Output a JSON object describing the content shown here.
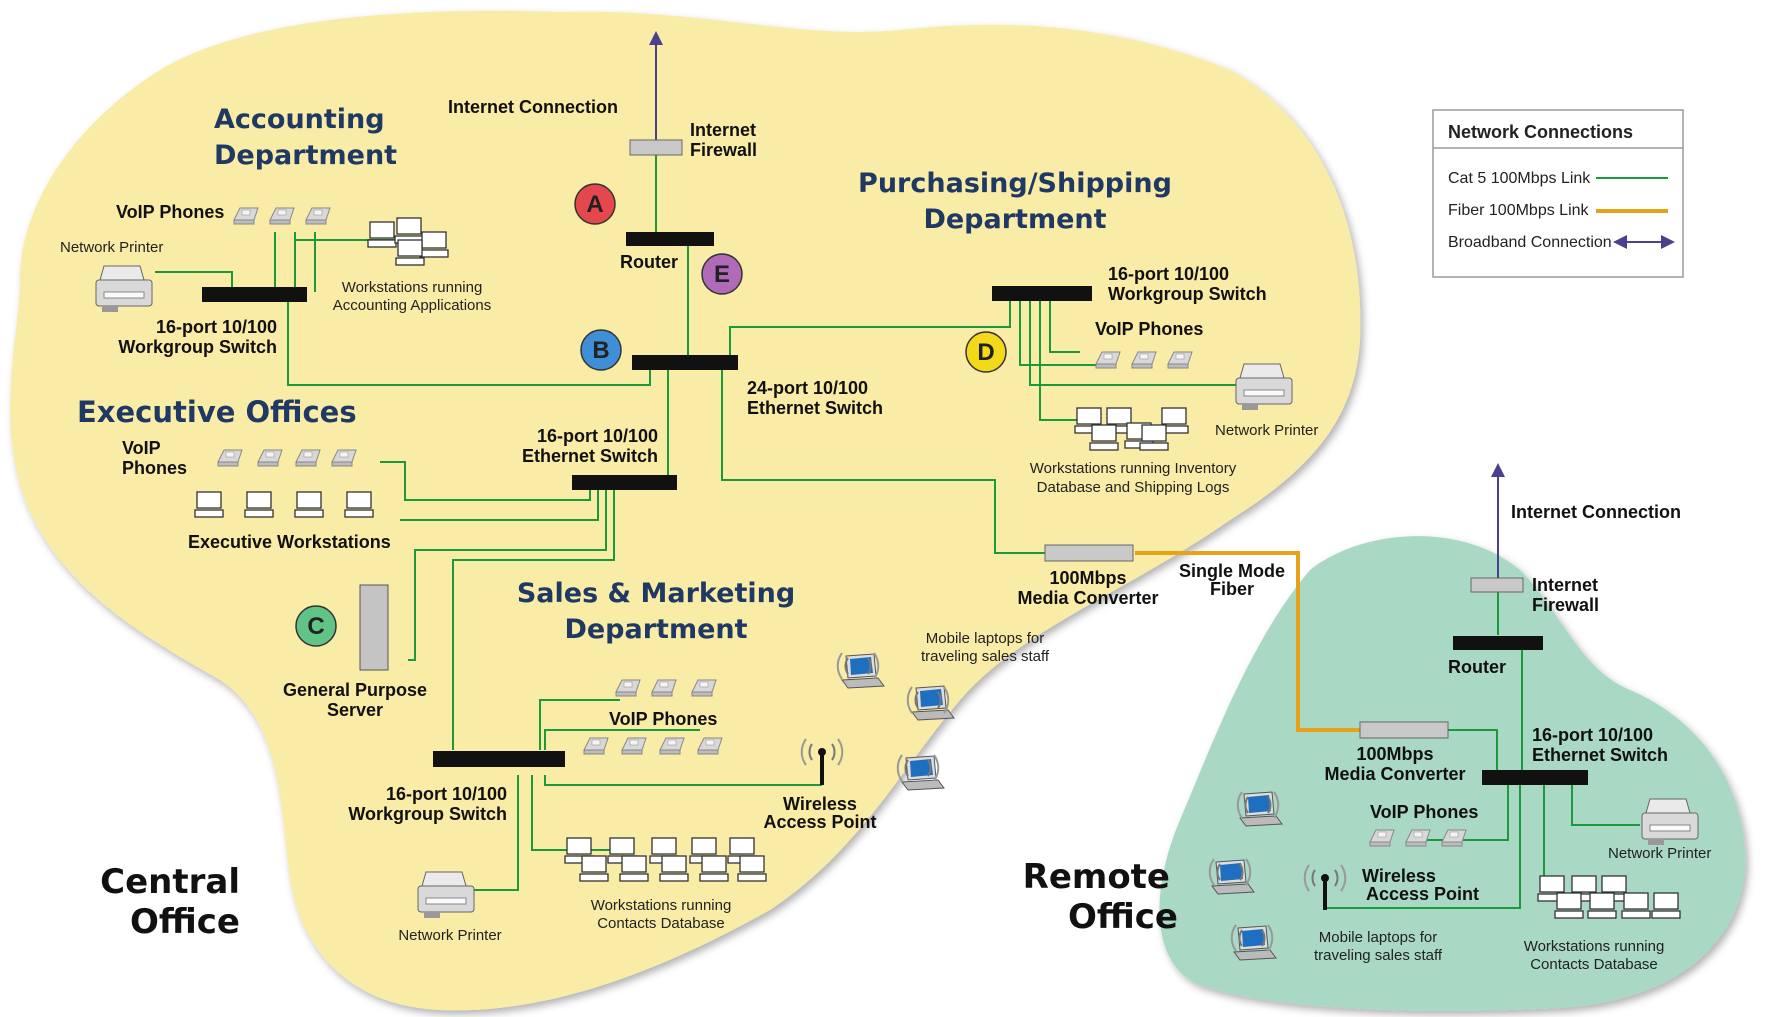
{
  "departments": {
    "accounting": [
      "Accounting",
      "Department"
    ],
    "purchasing": [
      "Purchasing/Shipping",
      "Department"
    ],
    "executive": "Executive Offices",
    "sales": [
      "Sales & Marketing",
      "Department"
    ]
  },
  "offices": {
    "central": [
      "Central",
      "Office"
    ],
    "remote": [
      "Remote",
      "Office"
    ]
  },
  "markers": {
    "A": "A",
    "B": "B",
    "C": "C",
    "D": "D",
    "E": "E"
  },
  "central": {
    "internet_connection": "Internet Connection",
    "internet_firewall": [
      "Internet",
      "Firewall"
    ],
    "router": "Router",
    "main_switch": [
      "24-port 10/100",
      "Ethernet Switch"
    ],
    "acct_switch": [
      "16-port 10/100",
      "Workgroup Switch"
    ],
    "acct_voip": "VoIP Phones",
    "acct_printer": "Network Printer",
    "acct_workstations": [
      "Workstations running",
      "Accounting Applications"
    ],
    "purch_switch": [
      "16-port 10/100",
      "Workgroup Switch"
    ],
    "purch_voip": "VoIP Phones",
    "purch_printer": "Network Printer",
    "purch_workstations": [
      "Workstations running Inventory",
      "Database and Shipping Logs"
    ],
    "exec_switch": [
      "16-port 10/100",
      "Ethernet  Switch"
    ],
    "exec_voip": [
      "VoIP",
      "Phones"
    ],
    "exec_workstations": "Executive Workstations",
    "server": [
      "General Purpose",
      "Server"
    ],
    "media_converter": [
      "100Mbps",
      "Media Converter"
    ],
    "fiber": [
      "Single Mode",
      "Fiber"
    ],
    "sales_switch": [
      "16-port 10/100",
      "Workgroup Switch"
    ],
    "sales_voip": "VoIP Phones",
    "sales_wap": [
      "Wireless",
      "Access Point"
    ],
    "sales_laptops": [
      "Mobile laptops for",
      "traveling sales staff"
    ],
    "sales_printer": "Network Printer",
    "sales_workstations": [
      "Workstations running",
      "Contacts Database"
    ]
  },
  "remote": {
    "internet_connection": "Internet Connection",
    "internet_firewall": [
      "Internet",
      "Firewall"
    ],
    "router": "Router",
    "switch": [
      "16-port 10/100",
      "Ethernet Switch"
    ],
    "media_converter": [
      "100Mbps",
      "Media Converter"
    ],
    "voip": "VoIP Phones",
    "printer": "Network Printer",
    "wap": [
      "Wireless",
      "Access Point"
    ],
    "laptops": [
      "Mobile laptops for",
      "traveling sales staff"
    ],
    "workstations": [
      "Workstations running",
      "Contacts Database"
    ]
  },
  "legend": {
    "title": "Network Connections",
    "items": [
      {
        "label": "Cat 5 100Mbps Link",
        "color": "#1a9a3a"
      },
      {
        "label": "Fiber 100Mbps Link",
        "color": "#e8a21a"
      },
      {
        "label": "Broadband Connection",
        "color": "#4b3f8f"
      }
    ]
  },
  "colors": {
    "central_bg": "#f9eca6",
    "remote_bg": "#a9d8c4",
    "cat5": "#1a9a3a",
    "fiber": "#e8a21a",
    "broadband": "#4b3f8f",
    "dept_text": "#1f3864",
    "marker_A": "#e5474f",
    "marker_B": "#3f8fd8",
    "marker_C": "#5fc486",
    "marker_D": "#f2d91a",
    "marker_E": "#b06ab8"
  }
}
